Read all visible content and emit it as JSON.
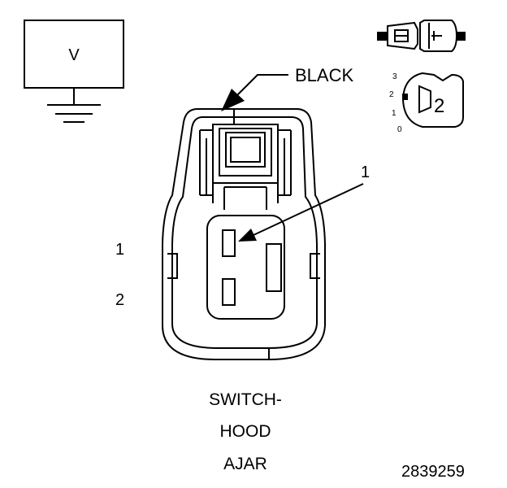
{
  "voltmeter": {
    "label": "V"
  },
  "color_callout": {
    "label": "BLACK"
  },
  "pin_callout": {
    "label": "1"
  },
  "cavity_labels": [
    "1",
    "2"
  ],
  "position_indicator": {
    "positions": [
      "3",
      "2",
      "1",
      "0"
    ],
    "selected_position": "2",
    "key_label": "2"
  },
  "component_name": [
    "SWITCH-",
    "HOOD",
    "AJAR"
  ],
  "figure_number": "2839259",
  "colors": {
    "line": "#000000",
    "background": "#ffffff"
  }
}
